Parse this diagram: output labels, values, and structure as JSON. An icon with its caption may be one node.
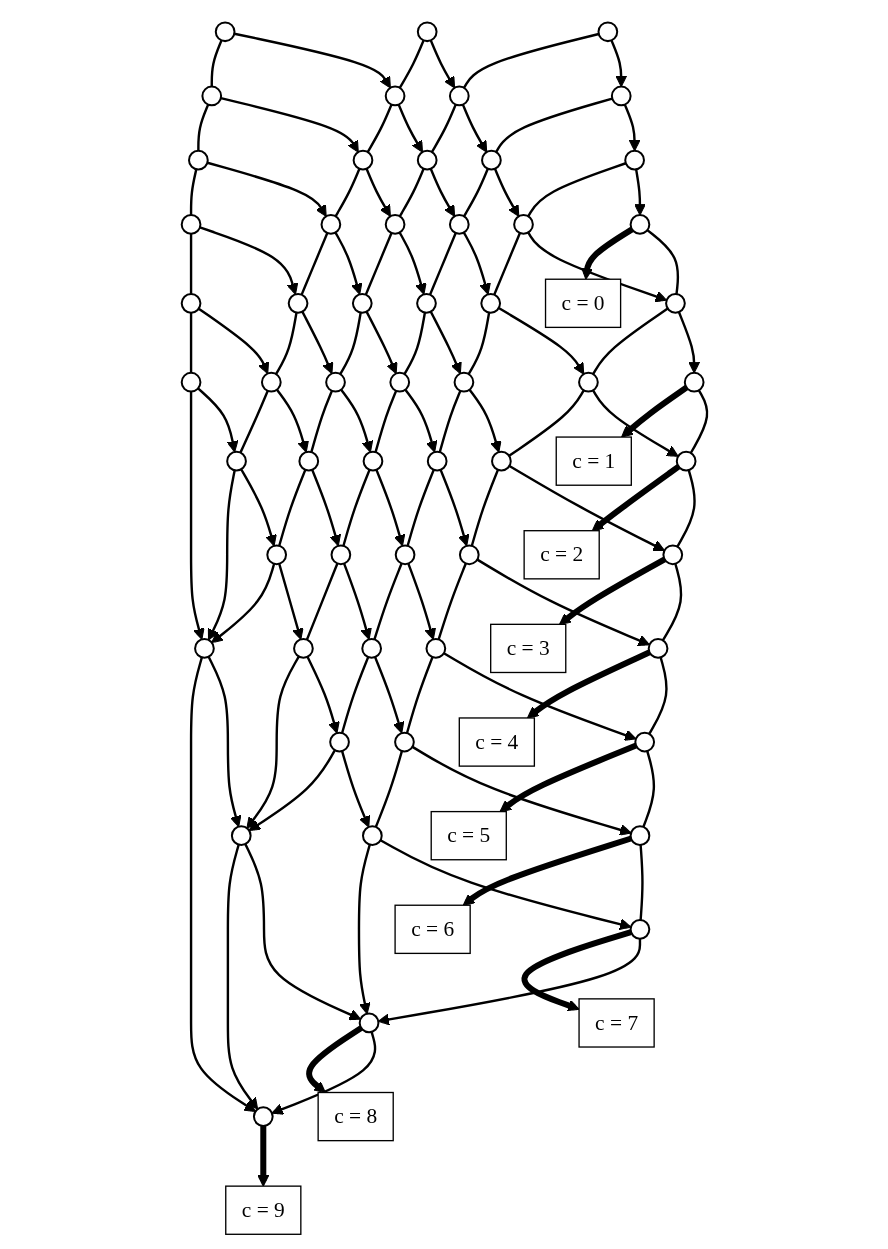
{
  "diagram": {
    "nodes": [
      {
        "text": [],
        "shape": "circle"
      },
      {
        "text": [],
        "shape": "circle"
      },
      {
        "text": [],
        "shape": "circle"
      },
      {
        "text": [],
        "shape": "circle"
      },
      {
        "text": [],
        "shape": "circle"
      },
      {
        "text": [],
        "shape": "circle"
      },
      {
        "text": [],
        "shape": "circle"
      },
      {
        "text": [],
        "shape": "circle"
      },
      {
        "text": [],
        "shape": "circle"
      },
      {
        "text": [],
        "shape": "circle"
      },
      {
        "text": [],
        "shape": "circle"
      },
      {
        "text": [],
        "shape": "circle"
      },
      {
        "text": [],
        "shape": "circle"
      },
      {
        "text": [],
        "shape": "circle"
      },
      {
        "text": [],
        "shape": "circle"
      },
      {
        "text": [],
        "shape": "circle"
      },
      {
        "text": [],
        "shape": "circle"
      },
      {
        "text": [],
        "shape": "circle"
      },
      {
        "text": [],
        "shape": "circle"
      },
      {
        "text": [],
        "shape": "circle"
      },
      {
        "text": [],
        "shape": "circle"
      },
      {
        "text": [],
        "shape": "circle"
      },
      {
        "text": [],
        "shape": "circle"
      },
      {
        "text": [],
        "shape": "circle"
      },
      {
        "text": [],
        "shape": "circle"
      },
      {
        "text": [],
        "shape": "circle"
      },
      {
        "text": [],
        "shape": "circle"
      },
      {
        "text": [],
        "shape": "circle"
      },
      {
        "text": [],
        "shape": "circle"
      },
      {
        "text": [],
        "shape": "circle"
      },
      {
        "text": [],
        "shape": "circle"
      },
      {
        "text": [],
        "shape": "circle"
      },
      {
        "text": [],
        "shape": "circle"
      },
      {
        "text": [],
        "shape": "circle"
      },
      {
        "text": [],
        "shape": "circle"
      },
      {
        "text": [],
        "shape": "circle"
      },
      {
        "text": [],
        "shape": "circle"
      },
      {
        "text": [],
        "shape": "circle"
      },
      {
        "text": [],
        "shape": "circle"
      },
      {
        "text": [],
        "shape": "circle"
      },
      {
        "text": [],
        "shape": "circle"
      },
      {
        "text": [],
        "shape": "circle"
      },
      {
        "text": [],
        "shape": "circle"
      },
      {
        "text": [],
        "shape": "circle"
      },
      {
        "text": [],
        "shape": "circle"
      },
      {
        "text": [],
        "shape": "circle"
      },
      {
        "text": [],
        "shape": "circle"
      },
      {
        "text": [],
        "shape": "circle"
      },
      {
        "text": [],
        "shape": "circle"
      },
      {
        "text": [],
        "shape": "circle"
      },
      {
        "text": [],
        "shape": "circle"
      },
      {
        "text": [],
        "shape": "circle"
      },
      {
        "text": [],
        "shape": "circle"
      },
      {
        "text": [],
        "shape": "circle"
      },
      {
        "text": [],
        "shape": "circle"
      },
      {
        "text": [],
        "shape": "circle"
      },
      {
        "text": [
          "c = 0"
        ]
      },
      {
        "text": [
          "c = 1"
        ]
      },
      {
        "text": [
          "c = 2"
        ]
      },
      {
        "text": [
          "c = 3"
        ]
      },
      {
        "text": [
          "c = 4"
        ]
      },
      {
        "text": [
          "c = 5"
        ]
      },
      {
        "text": [
          "c = 6"
        ]
      },
      {
        "text": [
          "c = 7"
        ]
      },
      {
        "text": [
          "c = 8"
        ]
      },
      {
        "text": [
          "c = 9"
        ]
      }
    ],
    "edges": [
      {
        "from": 2,
        "to": 6,
        "arrow": "to"
      },
      {
        "from": 6,
        "to": 11,
        "arrow": "to"
      },
      {
        "from": 11,
        "to": 17,
        "arrow": "to"
      },
      {
        "from": 1,
        "to": 5,
        "arrow": "to"
      },
      {
        "from": 5,
        "to": 10,
        "arrow": "to"
      },
      {
        "from": 10,
        "to": 16,
        "arrow": "to"
      },
      {
        "from": 16,
        "to": 23,
        "arrow": "to"
      },
      {
        "from": 23,
        "to": 30,
        "arrow": "to"
      },
      {
        "from": 0,
        "to": 4,
        "arrow": "to"
      },
      {
        "from": 4,
        "to": 9,
        "arrow": "to"
      },
      {
        "from": 9,
        "to": 15,
        "arrow": "to"
      },
      {
        "from": 15,
        "to": 22,
        "arrow": "to"
      },
      {
        "from": 22,
        "to": 29,
        "arrow": "to"
      },
      {
        "from": 29,
        "to": 36,
        "arrow": "to"
      },
      {
        "from": 3,
        "to": 8,
        "arrow": "to"
      },
      {
        "from": 8,
        "to": 14,
        "arrow": "to"
      },
      {
        "from": 14,
        "to": 21,
        "arrow": "to"
      },
      {
        "from": 21,
        "to": 28,
        "arrow": "to"
      },
      {
        "from": 28,
        "to": 35,
        "arrow": "to"
      },
      {
        "from": 35,
        "to": 41,
        "arrow": "to"
      },
      {
        "from": 7,
        "to": 13,
        "arrow": "to"
      },
      {
        "from": 13,
        "to": 20,
        "arrow": "to"
      },
      {
        "from": 20,
        "to": 27,
        "arrow": "to"
      },
      {
        "from": 27,
        "to": 34,
        "arrow": "to"
      },
      {
        "from": 34,
        "to": 40,
        "arrow": "to"
      },
      {
        "from": 40,
        "to": 45,
        "arrow": "to"
      },
      {
        "from": 12,
        "to": 19,
        "arrow": "to"
      },
      {
        "from": 19,
        "to": 26,
        "arrow": "to"
      },
      {
        "from": 26,
        "to": 33,
        "arrow": "to"
      },
      {
        "from": 33,
        "to": 39,
        "arrow": "to"
      },
      {
        "from": 39,
        "to": 44,
        "arrow": "to"
      },
      {
        "from": 44,
        "to": 48,
        "arrow": "to"
      },
      {
        "from": 18,
        "to": 25,
        "arrow": "to"
      },
      {
        "from": 25,
        "to": 32,
        "arrow": "to"
      },
      {
        "from": 32,
        "to": 38,
        "arrow": "to"
      },
      {
        "from": 38,
        "to": 43,
        "arrow": "to"
      },
      {
        "from": 43,
        "to": 47,
        "arrow": "to"
      },
      {
        "from": 47,
        "to": 50,
        "arrow": "to"
      },
      {
        "from": 24,
        "to": 31,
        "arrow": "to"
      },
      {
        "from": 31,
        "to": 37,
        "arrow": "to"
      },
      {
        "from": 37,
        "to": 42,
        "arrow": "to"
      },
      {
        "from": 42,
        "to": 46,
        "arrow": "to"
      },
      {
        "from": 46,
        "to": 49,
        "arrow": "to"
      },
      {
        "from": 49,
        "to": 51,
        "arrow": "to"
      },
      {
        "from": 0,
        "to": 3,
        "arrow": "none"
      },
      {
        "from": 3,
        "to": 7,
        "arrow": "none"
      },
      {
        "from": 7,
        "to": 12,
        "arrow": "none"
      },
      {
        "from": 12,
        "to": 18,
        "arrow": "none"
      },
      {
        "from": 18,
        "to": 24,
        "arrow": "none"
      },
      {
        "from": 1,
        "to": 4,
        "arrow": "none"
      },
      {
        "from": 4,
        "to": 8,
        "arrow": "none"
      },
      {
        "from": 8,
        "to": 13,
        "arrow": "none"
      },
      {
        "from": 13,
        "to": 19,
        "arrow": "none"
      },
      {
        "from": 19,
        "to": 25,
        "arrow": "none"
      },
      {
        "from": 25,
        "to": 31,
        "arrow": "none"
      },
      {
        "from": 2,
        "to": 5,
        "arrow": "none"
      },
      {
        "from": 5,
        "to": 9,
        "arrow": "none"
      },
      {
        "from": 9,
        "to": 14,
        "arrow": "none"
      },
      {
        "from": 14,
        "to": 20,
        "arrow": "none"
      },
      {
        "from": 20,
        "to": 26,
        "arrow": "none"
      },
      {
        "from": 26,
        "to": 32,
        "arrow": "none"
      },
      {
        "from": 32,
        "to": 37,
        "arrow": "none"
      },
      {
        "from": 6,
        "to": 10,
        "arrow": "none"
      },
      {
        "from": 10,
        "to": 15,
        "arrow": "none"
      },
      {
        "from": 15,
        "to": 21,
        "arrow": "none"
      },
      {
        "from": 21,
        "to": 27,
        "arrow": "none"
      },
      {
        "from": 27,
        "to": 33,
        "arrow": "none"
      },
      {
        "from": 33,
        "to": 38,
        "arrow": "none"
      },
      {
        "from": 38,
        "to": 42,
        "arrow": "none"
      },
      {
        "from": 11,
        "to": 16,
        "arrow": "none"
      },
      {
        "from": 16,
        "to": 22,
        "arrow": "none"
      },
      {
        "from": 22,
        "to": 28,
        "arrow": "none"
      },
      {
        "from": 28,
        "to": 34,
        "arrow": "none"
      },
      {
        "from": 34,
        "to": 39,
        "arrow": "none"
      },
      {
        "from": 39,
        "to": 43,
        "arrow": "none"
      },
      {
        "from": 43,
        "to": 46,
        "arrow": "none"
      },
      {
        "from": 17,
        "to": 23,
        "arrow": "none"
      },
      {
        "from": 23,
        "to": 29,
        "arrow": "none"
      },
      {
        "from": 29,
        "to": 35,
        "arrow": "none"
      },
      {
        "from": 35,
        "to": 40,
        "arrow": "none"
      },
      {
        "from": 40,
        "to": 44,
        "arrow": "none"
      },
      {
        "from": 44,
        "to": 47,
        "arrow": "none"
      },
      {
        "from": 47,
        "to": 49,
        "arrow": "none"
      },
      {
        "from": 30,
        "to": 36,
        "arrow": "none"
      },
      {
        "from": 36,
        "to": 41,
        "arrow": "none"
      },
      {
        "from": 41,
        "to": 45,
        "arrow": "none"
      },
      {
        "from": 45,
        "to": 48,
        "arrow": "none"
      },
      {
        "from": 48,
        "to": 50,
        "arrow": "none"
      },
      {
        "from": 50,
        "to": 51,
        "arrow": "none"
      },
      {
        "from": 24,
        "to": 52,
        "arrow": "to"
      },
      {
        "from": 31,
        "to": 52,
        "arrow": "to"
      },
      {
        "from": 37,
        "to": 52,
        "arrow": "to"
      },
      {
        "from": 42,
        "to": 53,
        "arrow": "to"
      },
      {
        "from": 46,
        "to": 53,
        "arrow": "to"
      },
      {
        "from": 49,
        "to": 54,
        "arrow": "to"
      },
      {
        "from": 51,
        "to": 54,
        "arrow": "to"
      },
      {
        "from": 52,
        "to": 53,
        "arrow": "to"
      },
      {
        "from": 53,
        "to": 54,
        "arrow": "to"
      },
      {
        "from": 52,
        "to": 55,
        "arrow": "to"
      },
      {
        "from": 53,
        "to": 55,
        "arrow": "to"
      },
      {
        "from": 54,
        "to": 55,
        "arrow": "to"
      },
      {
        "from": 17,
        "to": 56,
        "arrow": "to",
        "style": "thick"
      },
      {
        "from": 30,
        "to": 57,
        "arrow": "to",
        "style": "thick"
      },
      {
        "from": 36,
        "to": 58,
        "arrow": "to",
        "style": "thick"
      },
      {
        "from": 41,
        "to": 59,
        "arrow": "to",
        "style": "thick"
      },
      {
        "from": 45,
        "to": 60,
        "arrow": "to",
        "style": "thick"
      },
      {
        "from": 48,
        "to": 61,
        "arrow": "to",
        "style": "thick"
      },
      {
        "from": 50,
        "to": 62,
        "arrow": "to",
        "style": "thick"
      },
      {
        "from": 51,
        "to": 63,
        "arrow": "to",
        "style": "thick"
      },
      {
        "from": 54,
        "to": 64,
        "arrow": "to",
        "style": "thick"
      },
      {
        "from": 55,
        "to": 65,
        "arrow": "to",
        "style": "thick"
      }
    ]
  }
}
